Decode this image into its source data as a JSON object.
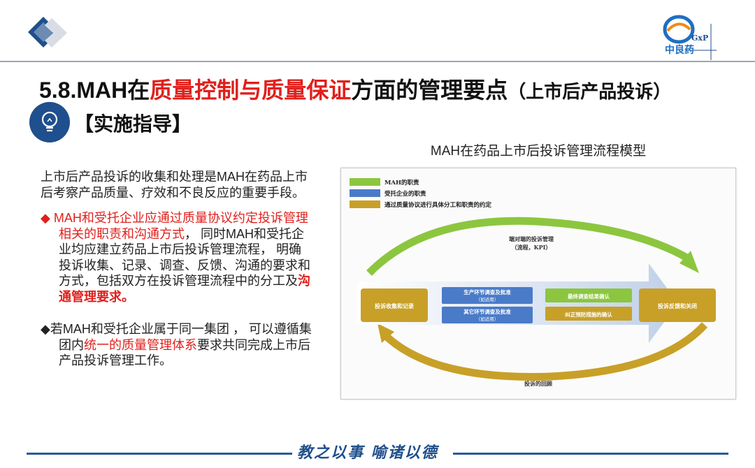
{
  "brand": {
    "name": "中良药",
    "tag": "GxP"
  },
  "title": {
    "prefix": "5.8.MAH在",
    "highlight": "质量控制与质量保证",
    "middle": "方面的管理要点",
    "suffix": "（上市后产品投诉）"
  },
  "section_label": "【实施指导】",
  "text": {
    "intro": "上市后产品投诉的收集和处理是MAH在药品上市后考察产品质量、疗效和不良反应的重要手段。",
    "bullet1": {
      "marker": "◆",
      "red_part": "MAH和受托企业应通过质量协议约定投诉管理相关的职责和沟通方式",
      "normal_part": "， 同时MAH和受托企业均应建立药品上市后投诉管理流程， 明确投诉收集、记录、调查、反馈、沟通的要求和方式，包括双方在投诉管理流程中的分工及",
      "red_end": "沟通管理要求。"
    },
    "bullet2": {
      "marker": "◆",
      "part1": "若MAH和受托企业属于同一集团 ， 可以遵循集团内",
      "red_part": "统一的质量管理体系",
      "part2": "要求共同完成上市后产品投诉管理工作。"
    }
  },
  "diagram": {
    "title": "MAH在药品上市后投诉管理流程模型",
    "legend": [
      {
        "label": "MAH的职责",
        "color": "#8cc63f"
      },
      {
        "label": "受托企业的职责",
        "color": "#4a7bc8"
      },
      {
        "label": "通过质量协议进行具体分工和职责的约定",
        "color": "#c8a028"
      }
    ],
    "top_label_1": "端对端的投诉管理",
    "top_label_2": "（流程，KPI）",
    "bottom_label": "投诉的回顾",
    "boxes": {
      "collect": "投诉收集和记录",
      "prod_investigation": "生产环节调查及批准",
      "prod_note": "（如适用）",
      "other_investigation": "其它环节调查及批准",
      "other_note": "（如适用）",
      "final_confirm": "最终调查结果确认",
      "capa_confirm": "纠正预防措施的确认",
      "feedback_close": "投诉反馈和关闭"
    }
  },
  "footer": {
    "motto": "教之以事  喻诸以德"
  },
  "colors": {
    "accent_red": "#e0201c",
    "brand_blue": "#1f4f8c",
    "gold": "#c8a028",
    "green": "#8cc63f",
    "blue": "#4a7bc8"
  }
}
